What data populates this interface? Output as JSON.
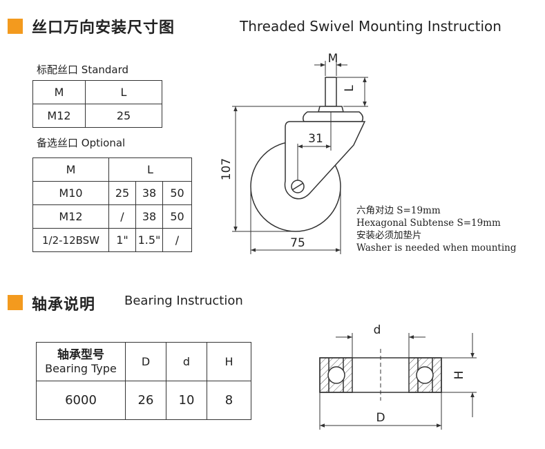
{
  "section1": {
    "title_cn": "丝口万向安装尺寸图",
    "title_en": "Threaded Swivel Mounting Instruction"
  },
  "standard": {
    "caption_cn": "标配丝口",
    "caption_en": "Standard",
    "headers": [
      "M",
      "L"
    ],
    "row": [
      "M12",
      "25"
    ]
  },
  "optional": {
    "caption_cn": "备选丝口",
    "caption_en": "Optional",
    "headers": [
      "M",
      "L"
    ],
    "rows": [
      [
        "M10",
        "25",
        "38",
        "50"
      ],
      [
        "M12",
        "/",
        "38",
        "50"
      ],
      [
        "1/2-12BSW",
        "1\"",
        "1.5\"",
        "/"
      ]
    ]
  },
  "caster_drawing": {
    "label_m": "M",
    "label_l": "L",
    "dim_offset": "31",
    "dim_height": "107",
    "dim_width": "75"
  },
  "notes": [
    "六角对边 S=19mm",
    "Hexagonal Subtense S=19mm",
    "安装必须加垫片",
    "Washer is needed when mounting"
  ],
  "section2": {
    "title_cn": "轴承说明",
    "title_en": "Bearing Instruction"
  },
  "bearing_table": {
    "header_cn": "轴承型号",
    "header_en": "Bearing Type",
    "headers": [
      "D",
      "d",
      "H"
    ],
    "row": [
      "6000",
      "26",
      "10",
      "8"
    ]
  },
  "bearing_drawing": {
    "label_small_d": "d",
    "label_h": "H",
    "label_big_d": "D"
  },
  "colors": {
    "accent": "#f39a1e",
    "line": "#333333"
  }
}
